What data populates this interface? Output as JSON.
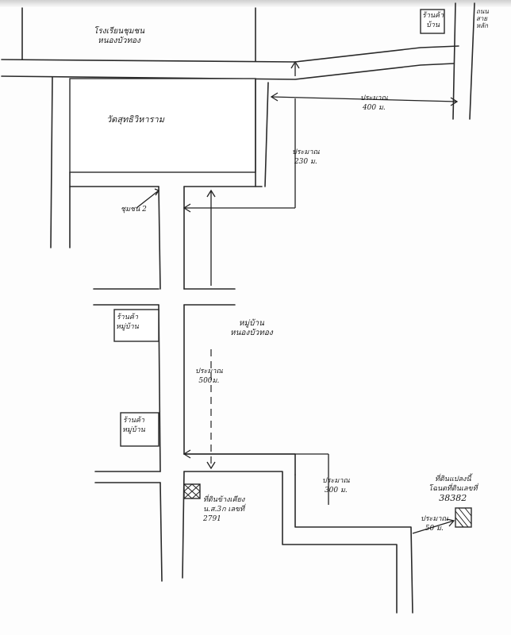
{
  "map": {
    "labels": {
      "school": [
        "โรงเรียนชุมชน",
        "หนองบัวทอง"
      ],
      "temple": "วัดสุทธิวิหาราม",
      "junction_name": "ชุมชน 2",
      "shop_top": [
        "ร้านค้า",
        "บ้าน"
      ],
      "shop_mid1": [
        "ร้านค้า",
        "หมู่บ้าน"
      ],
      "shop_mid2": [
        "ร้านค้า",
        "หมู่บ้าน"
      ],
      "village": [
        "หมู่บ้าน",
        "หนองบัวทอง"
      ],
      "side_road": [
        "ถนนสายหลัก"
      ],
      "target_site": [
        "ที่ดินแปลงนี้",
        "โฉนดที่ดินเลขที่"
      ],
      "target_id": "38382",
      "ref_site": [
        "ที่ดินข้างเคียง",
        "น.ส.3ก เลขที่"
      ],
      "ref_id": "2791"
    },
    "distances": {
      "d400": [
        "ประมาณ",
        "400 ม."
      ],
      "d230": [
        "ประมาณ",
        "230 ม."
      ],
      "d500": [
        "ประมาณ",
        "500ม."
      ],
      "d300": [
        "ประมาณ",
        "300 ม."
      ],
      "d50": [
        "ประมาณ",
        "50 ม."
      ]
    }
  }
}
